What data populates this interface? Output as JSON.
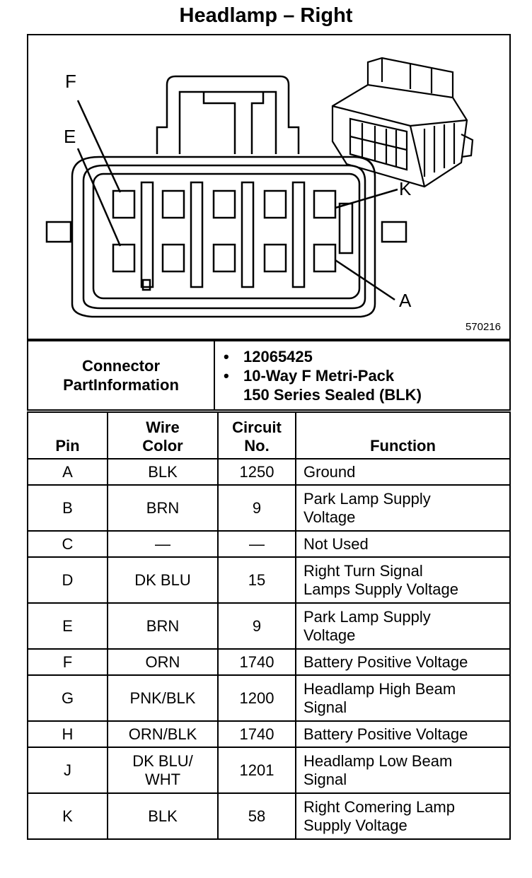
{
  "title": "Headlamp – Right",
  "figure_id": "570216",
  "pin_callouts": [
    "F",
    "E",
    "K",
    "A"
  ],
  "connector_info": {
    "label_line1": "Connector",
    "label_line2": "PartInformation",
    "bullet": "•",
    "part_number": "12065425",
    "description_line1": "10-Way F Metri-Pack",
    "description_line2": "150 Series Sealed (BLK)"
  },
  "headers": {
    "pin": "Pin",
    "wire_color_line1": "Wire",
    "wire_color_line2": "Color",
    "circuit_line1": "Circuit",
    "circuit_line2": "No.",
    "function": "Function"
  },
  "pins": [
    {
      "pin": "A",
      "color": [
        "BLK"
      ],
      "circuit": "1250",
      "function": [
        "Ground"
      ]
    },
    {
      "pin": "B",
      "color": [
        "BRN"
      ],
      "circuit": "9",
      "function": [
        "Park Lamp Supply",
        "Voltage"
      ]
    },
    {
      "pin": "C",
      "color": [
        "—"
      ],
      "circuit": "—",
      "function": [
        "Not Used"
      ]
    },
    {
      "pin": "D",
      "color": [
        "DK BLU"
      ],
      "circuit": "15",
      "function": [
        "Right Turn Signal",
        "Lamps Supply Voltage"
      ]
    },
    {
      "pin": "E",
      "color": [
        "BRN"
      ],
      "circuit": "9",
      "function": [
        "Park Lamp Supply",
        "Voltage"
      ]
    },
    {
      "pin": "F",
      "color": [
        "ORN"
      ],
      "circuit": "1740",
      "function": [
        "Battery Positive Voltage"
      ]
    },
    {
      "pin": "G",
      "color": [
        "PNK/BLK"
      ],
      "circuit": "1200",
      "function": [
        "Headlamp High Beam",
        "Signal"
      ]
    },
    {
      "pin": "H",
      "color": [
        "ORN/BLK"
      ],
      "circuit": "1740",
      "function": [
        "Battery Positive Voltage"
      ]
    },
    {
      "pin": "J",
      "color": [
        "DK BLU/",
        "WHT"
      ],
      "circuit": "1201",
      "function": [
        "Headlamp Low Beam",
        "Signal"
      ]
    },
    {
      "pin": "K",
      "color": [
        "BLK"
      ],
      "circuit": "58",
      "function": [
        "Right Comering Lamp",
        "Supply Voltage"
      ]
    }
  ]
}
